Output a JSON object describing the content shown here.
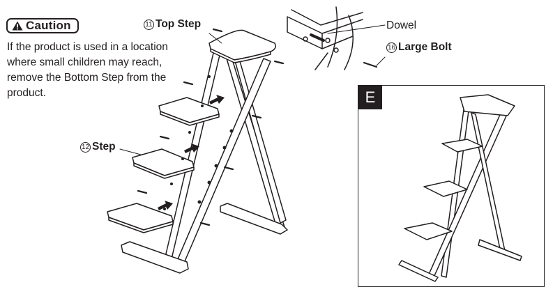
{
  "caution": {
    "title": "Caution",
    "icon": "warning-triangle-icon",
    "text": "If the product is used in a location where small children may reach, remove the Bottom Step from the product."
  },
  "callouts": {
    "top_step": {
      "number": "11",
      "label": "Top Step"
    },
    "step": {
      "number": "12",
      "label": "Step"
    },
    "large_bolt": {
      "number": "16",
      "label": "Large Bolt"
    },
    "dowel": {
      "label": "Dowel"
    }
  },
  "detail": {
    "label": "E"
  },
  "colors": {
    "ink": "#231f20",
    "paper": "#ffffff"
  }
}
